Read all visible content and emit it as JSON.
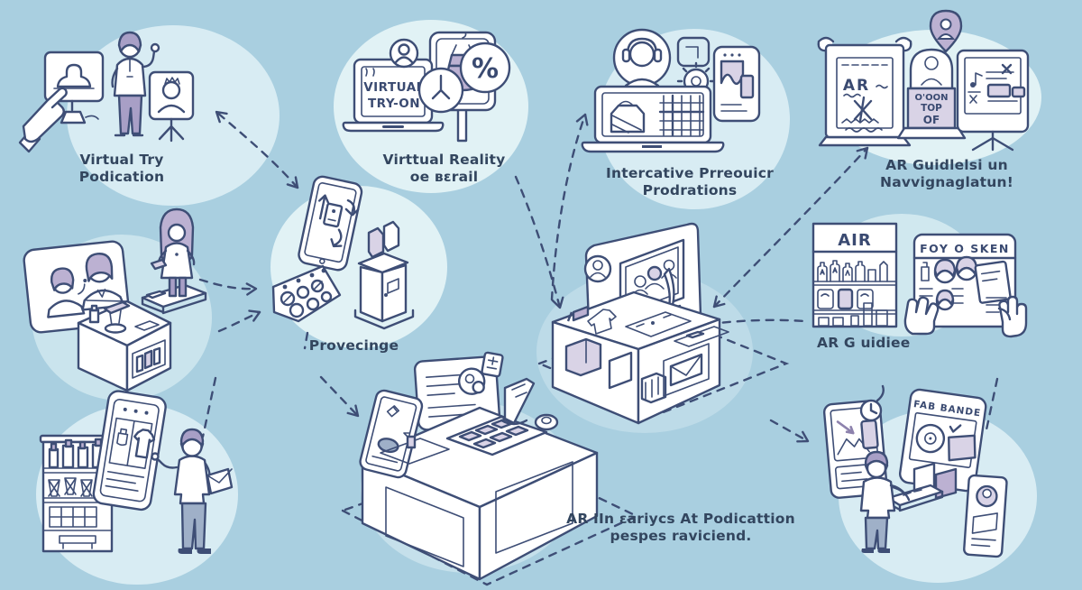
{
  "palette": {
    "background": "#a9cfe0",
    "line_art": "#3e4e76",
    "accent_purple": "#bcb1d2",
    "accent_purple_light": "#d9d3e6",
    "halo": "#d8ecf3",
    "caption_text": "#33465f"
  },
  "captions": {
    "virtual_try": {
      "line1": "Virtual Try",
      "line2": "Podication"
    },
    "virtual_reality": {
      "line1": "Virttual Reality",
      "line2": "oe вɛrail"
    },
    "interactive_product": {
      "line1": "Intercative Prreouicr",
      "line2": "Prodrations"
    },
    "ar_guidelines": {
      "line1": "AR Guidlelsi un",
      "line2": "Navvignaglatun!"
    },
    "provecinge": {
      "line1": "Provecinge"
    },
    "ar_guide": {
      "line1": "AR G uidiee"
    },
    "bottom": {
      "line1": "AR IIn ɛariycs At Podicattion",
      "line2": "pespes raviciend."
    }
  },
  "illustration_text": {
    "laptop_line1": "VIRTUAL",
    "laptop_line2": "TRY-ON",
    "percent_sign": "%",
    "poster_title": "AR",
    "pillar_line1": "O'OON",
    "pillar_line2": "TOP",
    "pillar_line3": "OF",
    "shelf_header": "AIR",
    "board_header": "FOY O SKEN",
    "screen_header": "FAB BANDE"
  }
}
